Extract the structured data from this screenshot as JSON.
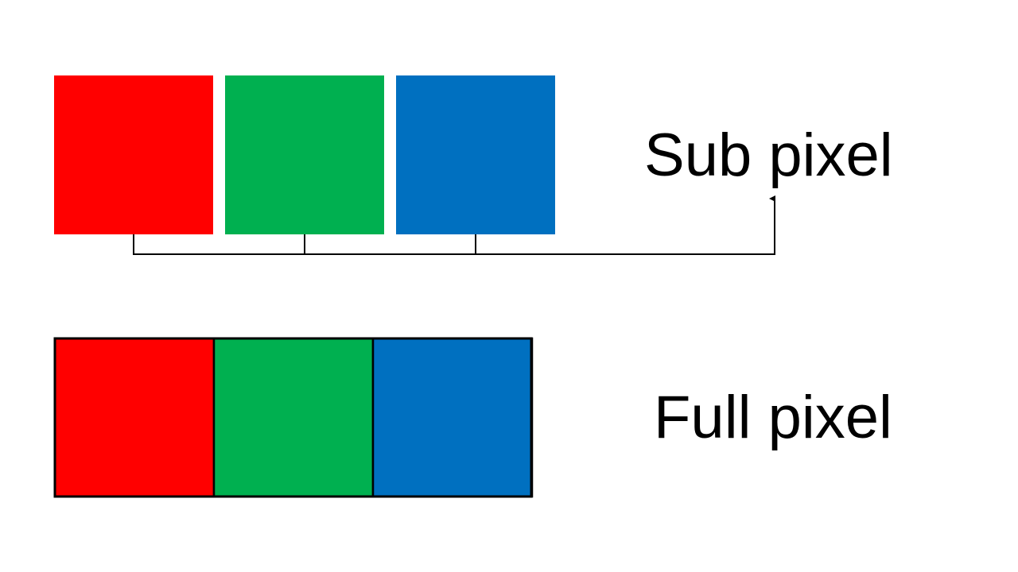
{
  "labels": {
    "sub_pixel": "Sub pixel",
    "full_pixel": "Full pixel"
  },
  "colors": {
    "red": "#ff0000",
    "green": "#00b050",
    "blue": "#0070c0",
    "line": "#000000",
    "background": "#ffffff"
  },
  "sub_pixels": [
    {
      "name": "red-sub-pixel",
      "color": "red"
    },
    {
      "name": "green-sub-pixel",
      "color": "green"
    },
    {
      "name": "blue-sub-pixel",
      "color": "blue"
    }
  ],
  "full_pixel_cells": [
    {
      "name": "full-pixel-red-cell",
      "color": "red"
    },
    {
      "name": "full-pixel-green-cell",
      "color": "green"
    },
    {
      "name": "full-pixel-blue-cell",
      "color": "blue"
    }
  ]
}
